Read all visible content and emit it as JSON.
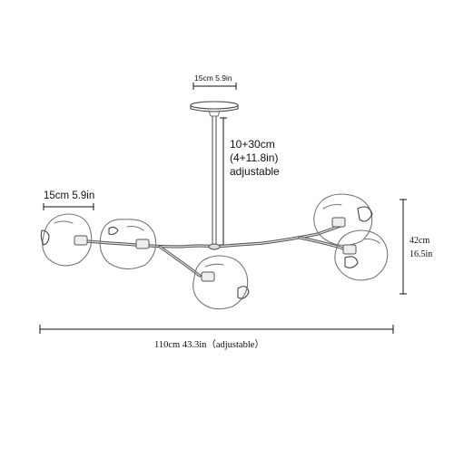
{
  "dimensions": {
    "canopy": "15cm 5.9in",
    "rod_line1": "10+30cm",
    "rod_line2": "(4+11.8in)",
    "rod_line3": "adjustable",
    "globe": "15cm 5.9in",
    "height_cm": "42cm",
    "height_in": "16.5in",
    "width": "110cm 43.3in（adjustable）"
  }
}
